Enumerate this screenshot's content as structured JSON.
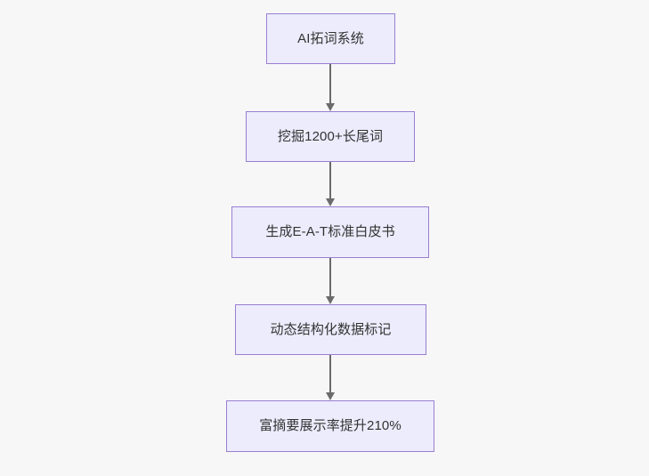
{
  "diagram": {
    "type": "flowchart",
    "orientation": "top-to-bottom",
    "background_color": "#f7f7f7",
    "node_fill_color": "#ececfd",
    "node_border_color": "#9a7fd0",
    "edge_color": "#6b6b6b",
    "text_color": "#333333",
    "nodes": [
      {
        "id": "n1",
        "label": "AI拓词系统"
      },
      {
        "id": "n2",
        "label": "挖掘1200+长尾词"
      },
      {
        "id": "n3",
        "label": "生成E-A-T标准白皮书"
      },
      {
        "id": "n4",
        "label": "动态结构化数据标记"
      },
      {
        "id": "n5",
        "label": "富摘要展示率提升210%"
      }
    ],
    "edges": [
      {
        "from": "n1",
        "to": "n2",
        "arrow": "arrow-down-icon"
      },
      {
        "from": "n2",
        "to": "n3",
        "arrow": "arrow-down-icon"
      },
      {
        "from": "n3",
        "to": "n4",
        "arrow": "arrow-down-icon"
      },
      {
        "from": "n4",
        "to": "n5",
        "arrow": "arrow-down-icon"
      }
    ]
  }
}
